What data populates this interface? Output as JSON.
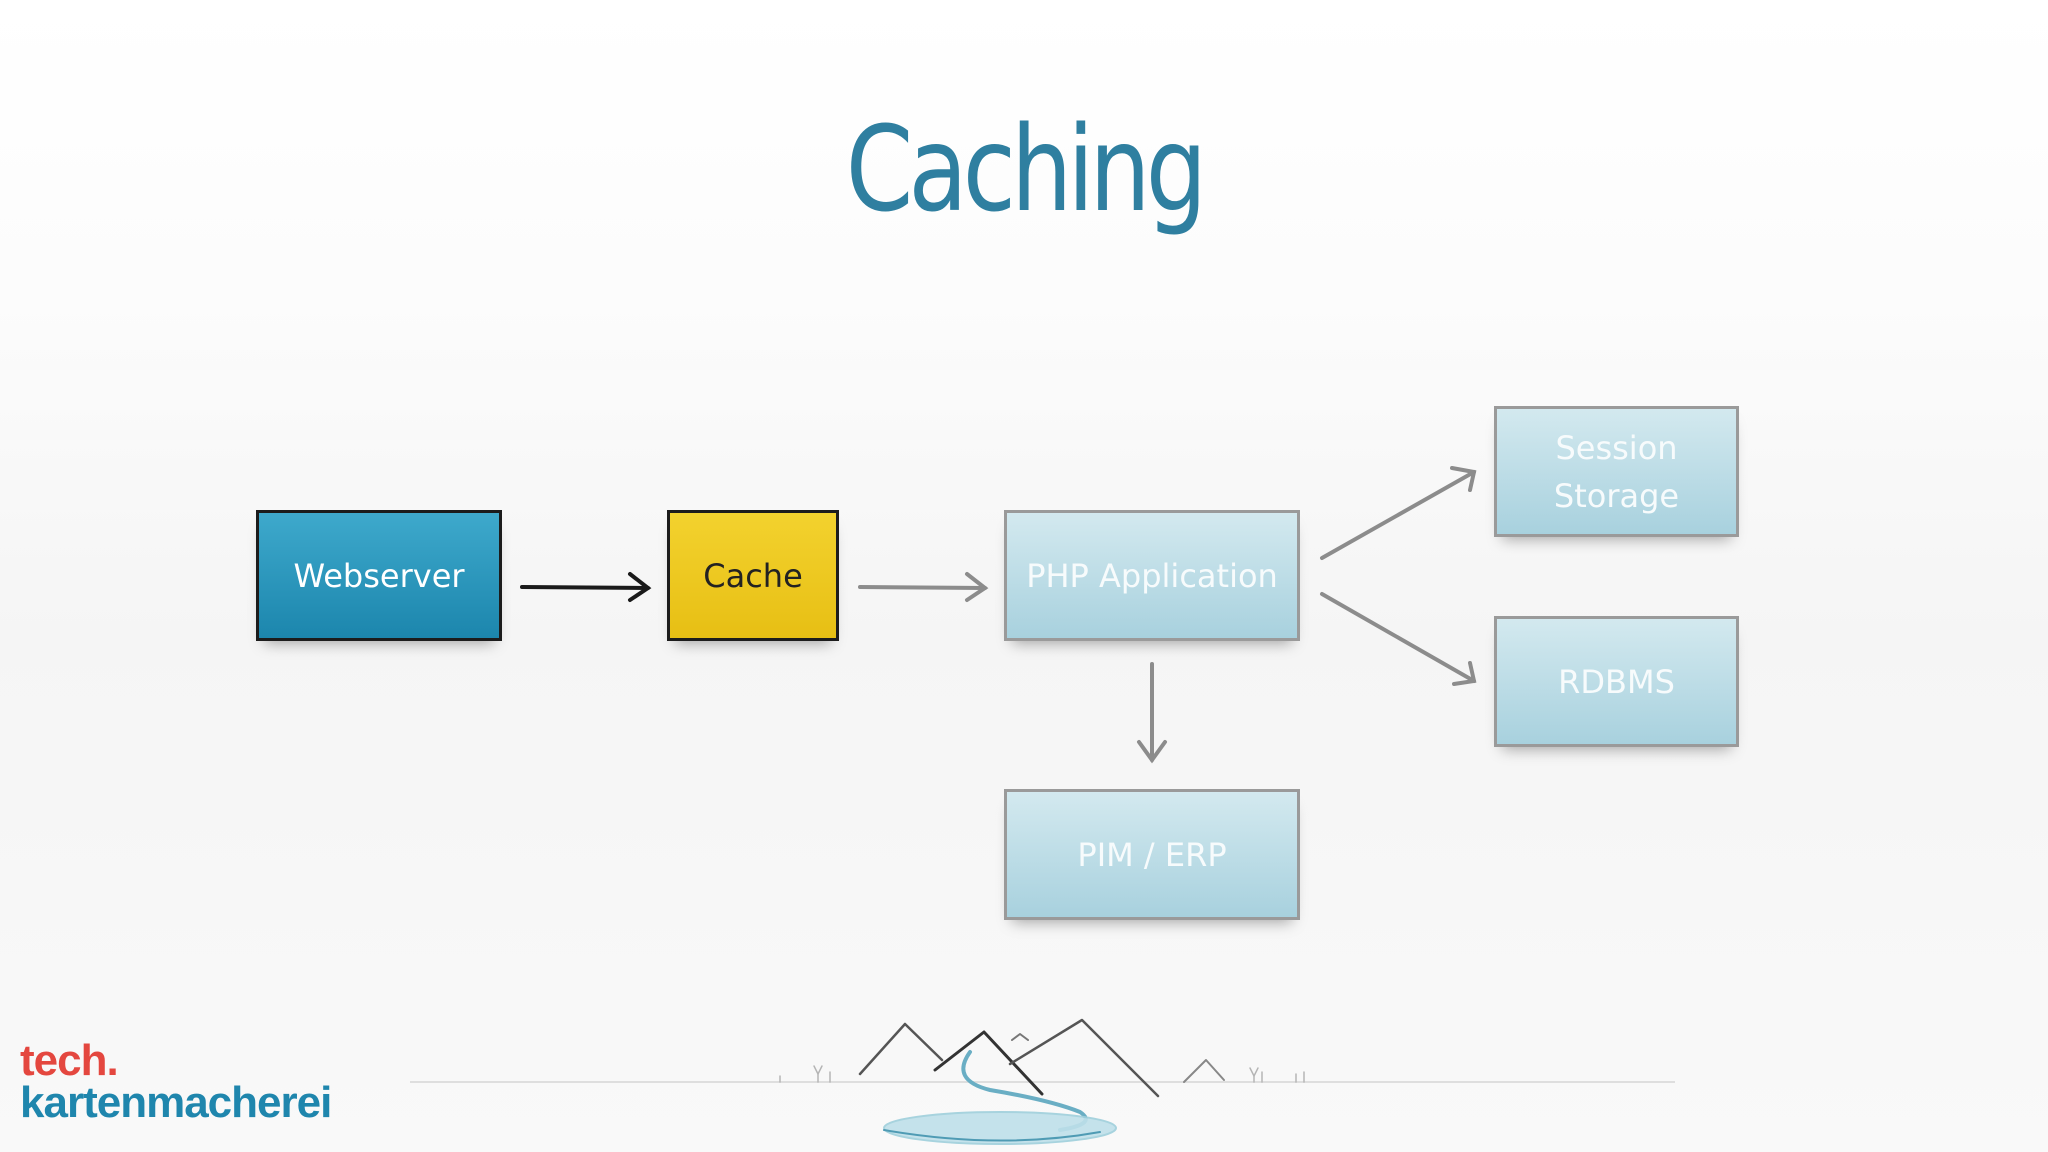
{
  "title": "Caching",
  "nodes": {
    "webserver": "Webserver",
    "cache": "Cache",
    "php_application": "PHP Application",
    "session_storage_line1": "Session",
    "session_storage_line2": "Storage",
    "rdbms": "RDBMS",
    "pim_erp": "PIM / ERP"
  },
  "logo": {
    "line1": "tech.",
    "line2": "kartenmacherei"
  },
  "colors": {
    "title": "#2f7fa0",
    "active_box": "#2894bb",
    "cache_box": "#eec81f",
    "inactive_box": "#bfdfe8",
    "logo_red": "#e4473f",
    "logo_blue": "#1f86ad"
  },
  "decorations": {
    "footer_graphic": "mountains-lake-icon"
  }
}
